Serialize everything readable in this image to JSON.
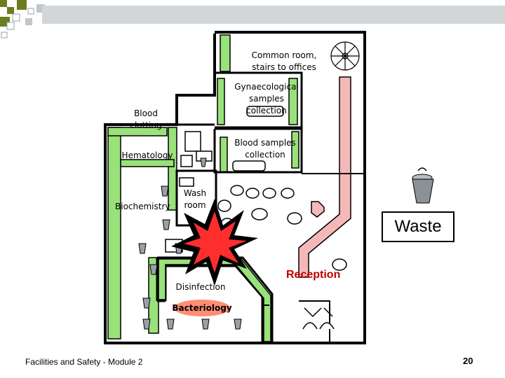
{
  "labels": {
    "common_room": "Common room,\nstairs to offices",
    "gynaecological": "Gynaecological\nsamples\ncollection",
    "blood_clotting": "Blood\nclotting",
    "blood_samples": "Blood samples\ncollection",
    "hematology": "Hematology",
    "wash_room": "Wash\nroom",
    "biochemistry": "Biochemistry",
    "disinfection": "Disinfection",
    "bacteriology": "Bacteriology"
  },
  "callouts": {
    "waste": "Waste",
    "reception": "Reception"
  },
  "footer": {
    "course": "Facilities and Safety - Module 2",
    "page_number": "20"
  },
  "colors": {
    "counter_green": "#99e27a",
    "reception_pink": "#f5b8b8",
    "explosion_red": "#ff2e2e",
    "accent_olive": "#6b7d1e",
    "reception_text": "#c00000"
  }
}
